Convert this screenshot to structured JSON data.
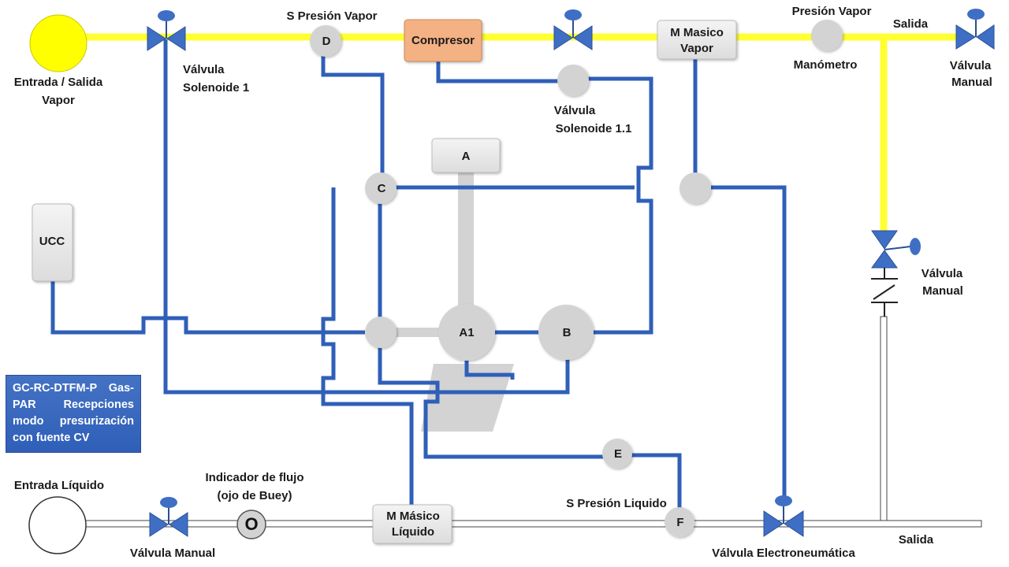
{
  "title_box": "GC-RC-DTFM-P Gas-PAR Recepciones modo presurización con fuente CV",
  "colors": {
    "vapor_line": "#ffff33",
    "signal_line": "#2f5fb8",
    "liquid_line": "#ffffff",
    "compresor_fill": "#f4b183",
    "source_vapor": "#ffff00",
    "gray_node": "#d3d3d3",
    "valve_blue": "#3f6fc4"
  },
  "labels": {
    "entrada_salida_vapor_1": "Entrada / Salida",
    "entrada_salida_vapor_2": "Vapor",
    "valvula_solenoide_1_a": "Válvula",
    "valvula_solenoide_1_b": "Solenoide 1",
    "s_presion_vapor": "S Presión Vapor",
    "compresor": "Compresor",
    "valvula_solenoide_11_a": "Válvula",
    "valvula_solenoide_11_b": "Solenoide 1.1",
    "m_masico_vapor_1": "M Masico",
    "m_masico_vapor_2": "Vapor",
    "presion_vapor": "Presión Vapor",
    "manometro": "Manómetro",
    "salida_top": "Salida",
    "valvula_manual_top_a": "Válvula",
    "valvula_manual_top_b": "Manual",
    "valvula_manual_right_a": "Válvula",
    "valvula_manual_right_b": "Manual",
    "ucc": "UCC",
    "node_a": "A",
    "node_a1": "A1",
    "node_b": "B",
    "node_c": "C",
    "node_d": "D",
    "node_e": "E",
    "node_f": "F",
    "entrada_liquido": "Entrada Líquido",
    "valvula_manual_bottom": "Válvula Manual",
    "indicador_flujo_1": "Indicador de flujo",
    "indicador_flujo_2": "(ojo de Buey)",
    "indicator_o": "O",
    "m_masico_liquido_1": "M Másico",
    "m_masico_liquido_2": "Líquido",
    "s_presion_liquido": "S Presión Liquido",
    "valvula_electroneumatica": "Válvula Electroneumática",
    "salida_bottom": "Salida"
  }
}
